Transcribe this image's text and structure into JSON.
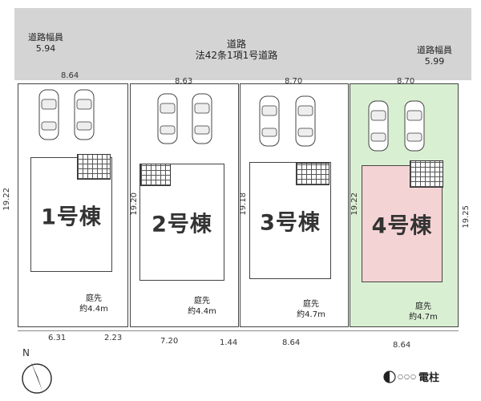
{
  "road": {
    "name": "道路",
    "type": "法42条1項1号道路",
    "width_left_label": "道路幅員",
    "width_left_value": "5.94",
    "width_right_label": "道路幅員",
    "width_right_value": "5.99"
  },
  "lots": [
    {
      "frontage": "8.64",
      "left_depth": "19.22",
      "building": "1号棟",
      "yard_label": "庭先",
      "yard_value": "約4.4m",
      "bottom_a": "6.31",
      "bottom_b": "2.23",
      "highlight": false
    },
    {
      "frontage": "8.63",
      "left_depth": "19.20",
      "building": "2号棟",
      "yard_label": "庭先",
      "yard_value": "約4.4m",
      "bottom_a": "7.20",
      "bottom_b": "1.44",
      "highlight": false
    },
    {
      "frontage": "8.70",
      "left_depth": "19.18",
      "building": "3号棟",
      "yard_label": "庭先",
      "yard_value": "約4.7m",
      "bottom_a": "8.64",
      "highlight": false
    },
    {
      "frontage": "8.70",
      "left_depth": "19.22",
      "right_depth": "19.25",
      "building": "4号棟",
      "yard_label": "庭先",
      "yard_value": "約4.7m",
      "bottom_a": "8.64",
      "highlight": true
    }
  ],
  "legend": {
    "pole_label": "電柱",
    "pole_dots": "○○○"
  },
  "compass": {
    "north": "N"
  },
  "colors": {
    "road": "#d4d4d4",
    "highlight_lot": "#d9efd2",
    "highlight_building": "#f4d3d4"
  },
  "icons": {
    "car": "car-icon",
    "compass": "compass-icon",
    "pole": "utility-pole-icon"
  }
}
